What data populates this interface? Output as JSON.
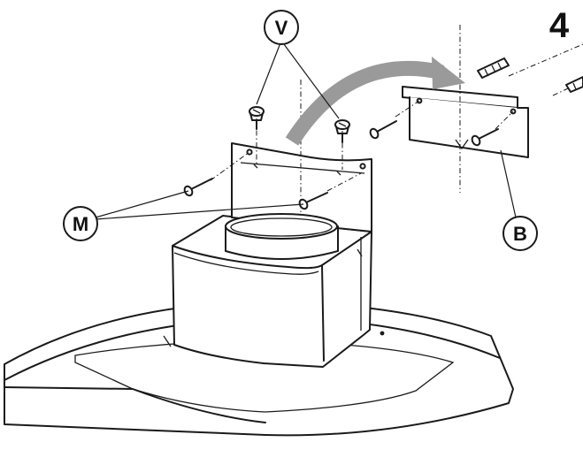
{
  "step_number": "4",
  "callouts": {
    "v": "V",
    "m": "M",
    "b": "B"
  },
  "colors": {
    "line": "#1a1a1a",
    "arrow": "#9a9a9a",
    "background": "#ffffff"
  }
}
